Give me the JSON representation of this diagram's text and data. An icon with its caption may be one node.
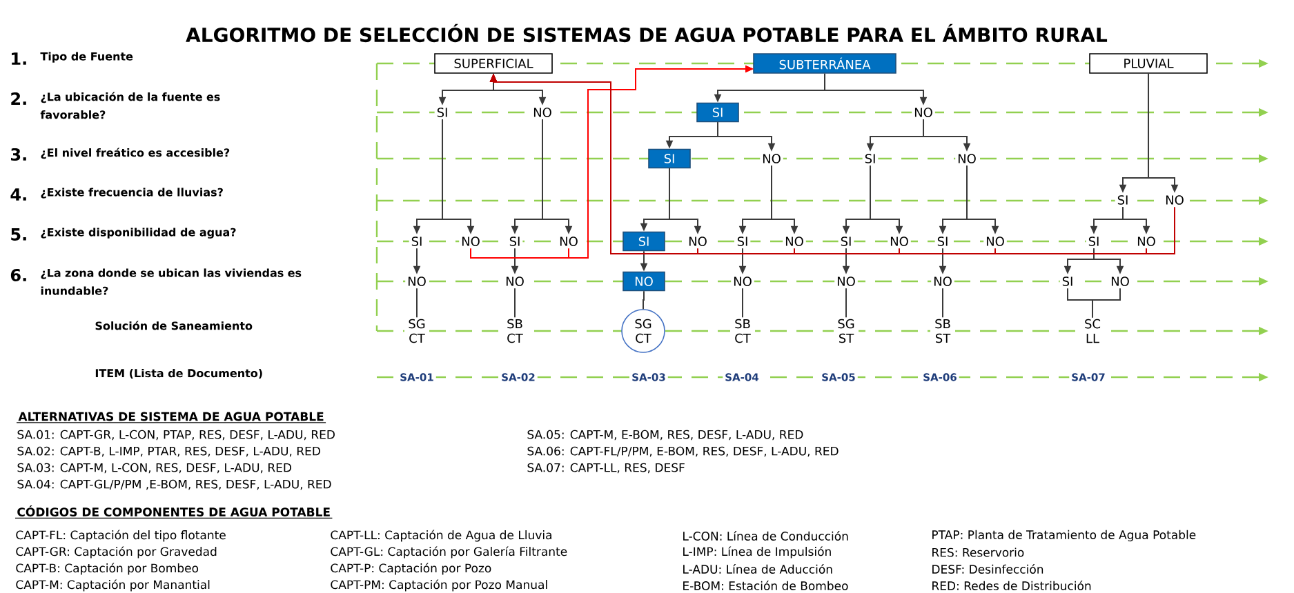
{
  "diagram": {
    "title": "ALGORITMO DE SELECCIÓN DE SISTEMAS DE AGUA POTABLE PARA EL ÁMBITO RURAL",
    "nodes": [
      {
        "text": [
          "SUPERFICIAL"
        ]
      },
      {
        "text": [
          "SUBTERRÁNEA"
        ]
      },
      {
        "text": [
          "PLUVIAL"
        ]
      },
      {
        "text": [
          "SI"
        ]
      },
      {
        "text": [
          "NO"
        ]
      },
      {
        "text": [
          "SI"
        ]
      },
      {
        "text": [
          "NO"
        ]
      },
      {
        "text": [
          "SI"
        ]
      },
      {
        "text": [
          "NO"
        ]
      },
      {
        "text": [
          "SI"
        ]
      },
      {
        "text": [
          "NO"
        ]
      },
      {
        "text": [
          "SI"
        ]
      },
      {
        "text": [
          "NO"
        ]
      },
      {
        "text": [
          "SI"
        ]
      },
      {
        "text": [
          "NO"
        ]
      },
      {
        "text": [
          "SI"
        ]
      },
      {
        "text": [
          "NO"
        ]
      },
      {
        "text": [
          "SI"
        ]
      },
      {
        "text": [
          "NO"
        ]
      },
      {
        "text": [
          "SI"
        ]
      },
      {
        "text": [
          "NO"
        ]
      },
      {
        "text": [
          "SI"
        ]
      },
      {
        "text": [
          "NO"
        ]
      },
      {
        "text": [
          "SI"
        ]
      },
      {
        "text": [
          "NO"
        ]
      },
      {
        "text": [
          "SI"
        ]
      },
      {
        "text": [
          "NO"
        ]
      },
      {
        "text": [
          "NO"
        ]
      },
      {
        "text": [
          "NO"
        ]
      },
      {
        "text": [
          "NO"
        ]
      },
      {
        "text": [
          "NO"
        ]
      },
      {
        "text": [
          "NO"
        ]
      },
      {
        "text": [
          "NO"
        ]
      },
      {
        "text": [
          "SI"
        ]
      },
      {
        "text": [
          "NO"
        ]
      },
      {
        "text": [
          "SG CT"
        ]
      },
      {
        "text": [
          "SB CT"
        ]
      },
      {
        "text": [
          "SG CT"
        ]
      },
      {
        "text": [
          "SB CT"
        ]
      },
      {
        "text": [
          "SG ST"
        ]
      },
      {
        "text": [
          "SB ST"
        ]
      },
      {
        "text": [
          "SC LL"
        ]
      }
    ],
    "edges": [
      {
        "from": 0,
        "to": 3,
        "arrow": "to"
      },
      {
        "from": 0,
        "to": 4,
        "arrow": "to"
      },
      {
        "from": 1,
        "to": 5,
        "arrow": "to"
      },
      {
        "from": 1,
        "to": 6,
        "arrow": "to"
      },
      {
        "from": 5,
        "to": 7,
        "arrow": "to"
      },
      {
        "from": 5,
        "to": 8,
        "arrow": "to"
      },
      {
        "from": 6,
        "to": 9,
        "arrow": "to"
      },
      {
        "from": 6,
        "to": 10,
        "arrow": "to"
      },
      {
        "from": 2,
        "to": 11,
        "arrow": "to"
      },
      {
        "from": 2,
        "to": 12,
        "arrow": "to"
      },
      {
        "from": 3,
        "to": 13,
        "arrow": "to"
      },
      {
        "from": 3,
        "to": 14,
        "arrow": "to"
      },
      {
        "from": 4,
        "to": 15,
        "arrow": "to"
      },
      {
        "from": 4,
        "to": 16,
        "arrow": "to"
      },
      {
        "from": 7,
        "to": 17,
        "arrow": "to"
      },
      {
        "from": 7,
        "to": 18,
        "arrow": "to"
      },
      {
        "from": 8,
        "to": 19,
        "arrow": "to"
      },
      {
        "from": 8,
        "to": 20,
        "arrow": "to"
      },
      {
        "from": 9,
        "to": 21,
        "arrow": "to"
      },
      {
        "from": 9,
        "to": 22,
        "arrow": "to"
      },
      {
        "from": 10,
        "to": 23,
        "arrow": "to"
      },
      {
        "from": 10,
        "to": 24,
        "arrow": "to"
      },
      {
        "from": 11,
        "to": 25,
        "arrow": "to"
      },
      {
        "from": 11,
        "to": 26,
        "arrow": "to"
      },
      {
        "from": 13,
        "to": 27,
        "arrow": "to"
      },
      {
        "from": 15,
        "to": 28,
        "arrow": "to"
      },
      {
        "from": 17,
        "to": 29,
        "arrow": "to"
      },
      {
        "from": 19,
        "to": 30,
        "arrow": "to"
      },
      {
        "from": 21,
        "to": 31,
        "arrow": "to"
      },
      {
        "from": 23,
        "to": 32,
        "arrow": "to"
      },
      {
        "from": 25,
        "to": 33,
        "arrow": "to"
      },
      {
        "from": 25,
        "to": 34,
        "arrow": "to"
      },
      {
        "from": 27,
        "to": 35,
        "arrow": "none"
      },
      {
        "from": 28,
        "to": 36,
        "arrow": "none"
      },
      {
        "from": 29,
        "to": 37,
        "arrow": "none"
      },
      {
        "from": 30,
        "to": 38,
        "arrow": "none"
      },
      {
        "from": 31,
        "to": 39,
        "arrow": "none"
      },
      {
        "from": 32,
        "to": 40,
        "arrow": "none"
      },
      {
        "from": 33,
        "to": 41,
        "arrow": "none"
      },
      {
        "from": 34,
        "to": 41,
        "arrow": "none"
      },
      {
        "from": 14,
        "to": 1,
        "arrow": "to",
        "color": "#ff0000"
      },
      {
        "from": 16,
        "to": 1,
        "arrow": "to",
        "color": "#ff0000"
      },
      {
        "from": 18,
        "to": 0,
        "arrow": "to",
        "color": "#c00000"
      },
      {
        "from": 20,
        "to": 0,
        "arrow": "to",
        "color": "#c00000"
      },
      {
        "from": 22,
        "to": 0,
        "arrow": "to",
        "color": "#c00000"
      },
      {
        "from": 24,
        "to": 0,
        "arrow": "to",
        "color": "#c00000"
      },
      {
        "from": 26,
        "to": 0,
        "arrow": "to",
        "color": "#c00000"
      },
      {
        "from": 12,
        "to": 0,
        "arrow": "to",
        "color": "#c00000"
      }
    ],
    "labels": [
      "1.",
      "Tipo de Fuente",
      "2.",
      "¿La ubicación de la fuente es favorable?",
      "3.",
      "¿El nivel freático es accesible?",
      "4.",
      "¿Existe frecuencia de lluvias?",
      "5.",
      "¿Existe disponibilidad de agua?",
      "6.",
      "¿La zona donde se ubican las viviendas es inundable?",
      "Solución de Saneamiento",
      "ITEM (Lista de Documento)",
      "SA-01",
      "SA-02",
      "SA-03",
      "SA-04",
      "SA-05",
      "SA-06",
      "SA-07",
      "ALTERNATIVAS DE SISTEMA DE AGUA POTABLE",
      "SA.01: CAPT-GR, L-CON, PTAP, RES, DESF, L-ADU, RED",
      "SA.05: CAPT-M, E-BOM, RES, DESF, L-ADU, RED",
      "SA.02: CAPT-B, L-IMP, PTAR, RES, DESF, L-ADU, RED",
      "SA.06: CAPT-FL/P/PM, E-BOM, RES, DESF, L-ADU, RED",
      "SA.03: CAPT-M, L-CON, RES, DESF, L-ADU, RED",
      "SA.07: CAPT-LL, RES, DESF",
      "SA.04: CAPT-GL/P/PM ,E-BOM, RES, DESF, L-ADU, RED",
      "CÓDIGOS DE COMPONENTES DE AGUA POTABLE",
      "CAPT-FL: Captación del tipo flotante",
      "CAPT-LL: Captación de Agua de Lluvia",
      "L-CON: Línea de Conducción",
      "PTAP: Planta de Tratamiento de Agua Potable",
      "CAPT-GR: Captación por Gravedad",
      "CAPT-GL: Captación por Galería Filtrante",
      "L-IMP: Línea de Impulsión",
      "RES: Reservorio",
      "CAPT-B: Captación por Bombeo",
      "CAPT-P: Captación por Pozo",
      "L-ADU: Línea de Aducción",
      "DESF: Desinfección",
      "CAPT-M: Captación por Manantial",
      "CAPT-PM: Captación por Pozo Manual",
      "E-BOM: Estación de Bombeo",
      "RED: Redes de Distribución"
    ]
  }
}
